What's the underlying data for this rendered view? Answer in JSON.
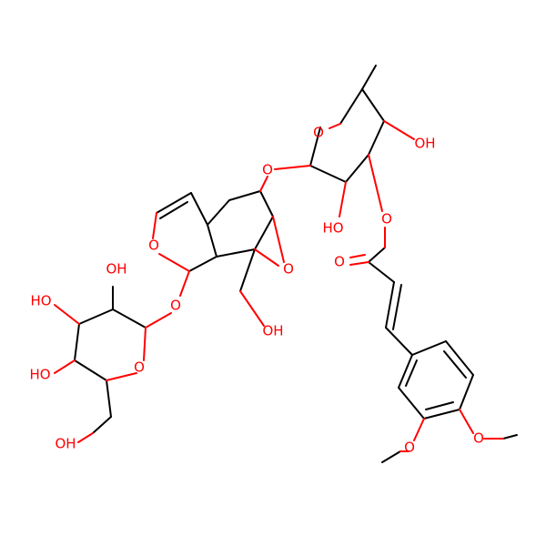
{
  "structure": {
    "atom_labels": {
      "ring_o_sugar_top": "O",
      "glyc_o_top": "O",
      "oh_sugar_top_right": "OH",
      "oh_sugar_top_left": "HO",
      "ester_o": "O",
      "carbonyl_o": "O",
      "epoxide_o": "O",
      "pyran_o": "O",
      "glyc_o_left": "O",
      "ch2oh_core": "OH",
      "oh_glc_top": "OH",
      "oh_glc_mid": "HO",
      "oh_glc_low": "HO",
      "ring_o_glc": "O",
      "ch2oh_glc": "OH",
      "ome_right": "O",
      "ome_left": "O"
    },
    "colors": {
      "carbon_bond": "#000000",
      "heteroatom": "#ff0000"
    }
  }
}
